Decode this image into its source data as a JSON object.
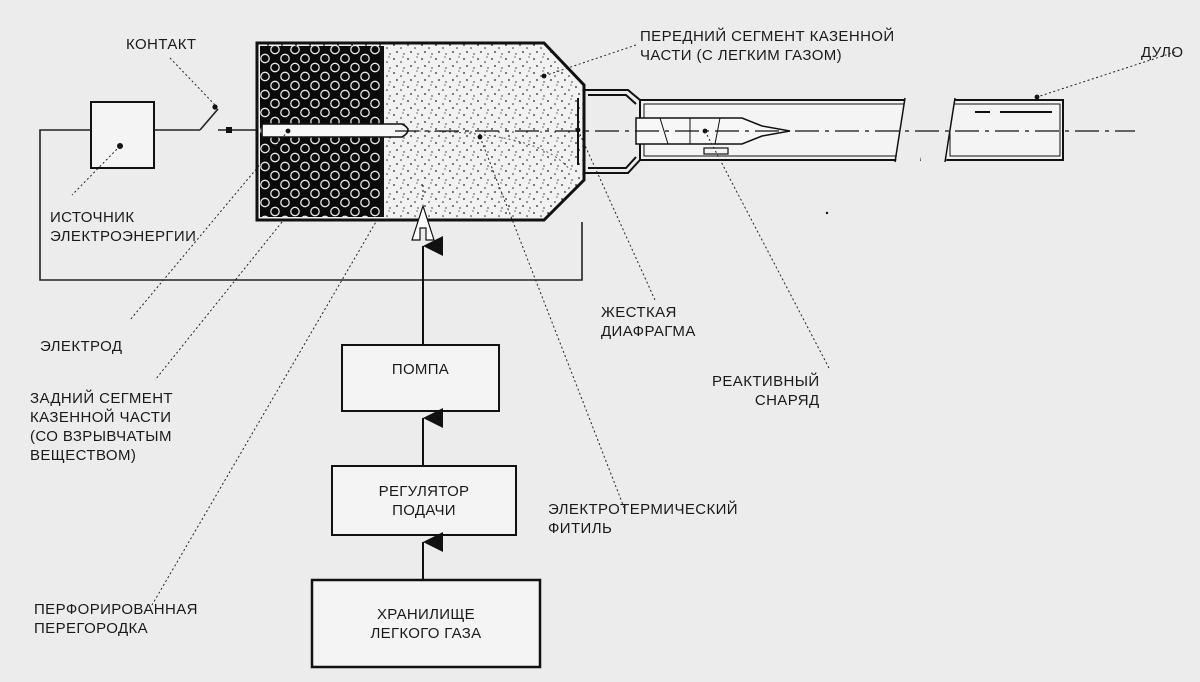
{
  "labels": {
    "contact": "КОНТАКТ",
    "front_segment": "ПЕРЕДНИЙ СЕГМЕНТ КАЗЕННОЙ\nЧАСТИ (С ЛЕГКИМ ГАЗОМ)",
    "barrel": "ДУЛО",
    "power_source": "ИСТОЧНИК\nЭЛЕКТРОЭНЕРГИИ",
    "electrode": "ЭЛЕКТРОД",
    "rear_segment": "ЗАДНИЙ СЕГМЕНТ\nКАЗЕННОЙ ЧАСТИ\n(СО ВЗРЫВЧАТЫМ\nВЕЩЕСТВОМ)",
    "rigid_diaphragm": "ЖЕСТКАЯ\nДИАФРАГМА",
    "projectile": "РЕАКТИВНЫЙ\nСНАРЯД",
    "fuse": "ЭЛЕКТРОТЕРМИЧЕСКИЙ\nФИТИЛЬ",
    "perforated_partition": "ПЕРФОРИРОВАННАЯ\nПЕРЕГОРОДКА"
  },
  "boxes": {
    "pump": "ПОМПА",
    "regulator": "РЕГУЛЯТОР\nПОДАЧИ",
    "storage": "ХРАНИЛИЩЕ\nЛЕГКОГО ГАЗА"
  }
}
